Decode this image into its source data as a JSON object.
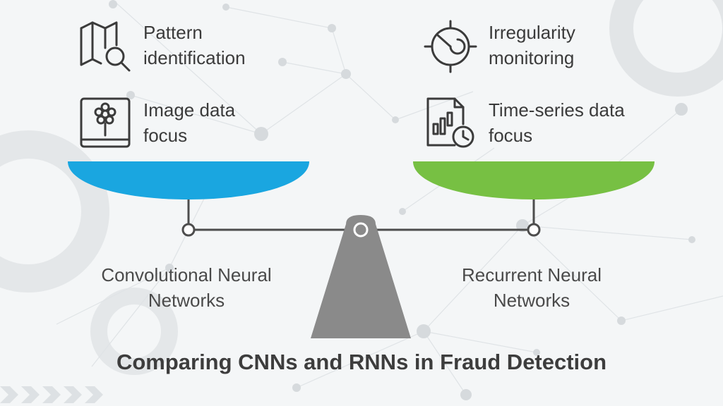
{
  "title": "Comparing CNNs and RNNs in Fraud Detection",
  "left": {
    "label_line1": "Convolutional Neural",
    "label_line2": "Networks",
    "pan_color": "#1aa6e0",
    "features": [
      {
        "icon": "map-search-icon",
        "line1": "Pattern",
        "line2": "identification"
      },
      {
        "icon": "image-flower-icon",
        "line1": "Image data",
        "line2": "focus"
      }
    ]
  },
  "right": {
    "label_line1": "Recurrent Neural",
    "label_line2": "Networks",
    "pan_color": "#77c043",
    "features": [
      {
        "icon": "radar-icon",
        "line1": "Irregularity",
        "line2": "monitoring"
      },
      {
        "icon": "document-chart-clock-icon",
        "line1": "Time-series data",
        "line2": "focus"
      }
    ]
  },
  "colors": {
    "fulcrum": "#8a8a8a",
    "beam": "#4d4d4d",
    "background": "#f4f6f7"
  }
}
